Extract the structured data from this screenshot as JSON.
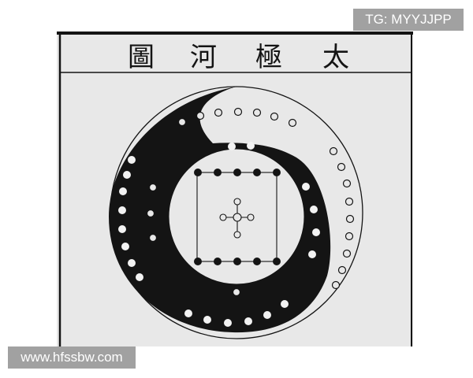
{
  "figure": {
    "title": "太極河圖",
    "title_characters": [
      "太",
      "極",
      "河",
      "圖"
    ],
    "ink_color": "#141414",
    "paper_color": "#e8e8e8"
  },
  "watermarks": {
    "top_right": "TG: MYYJJPP",
    "bottom_left": "www.hfssbw.com"
  }
}
